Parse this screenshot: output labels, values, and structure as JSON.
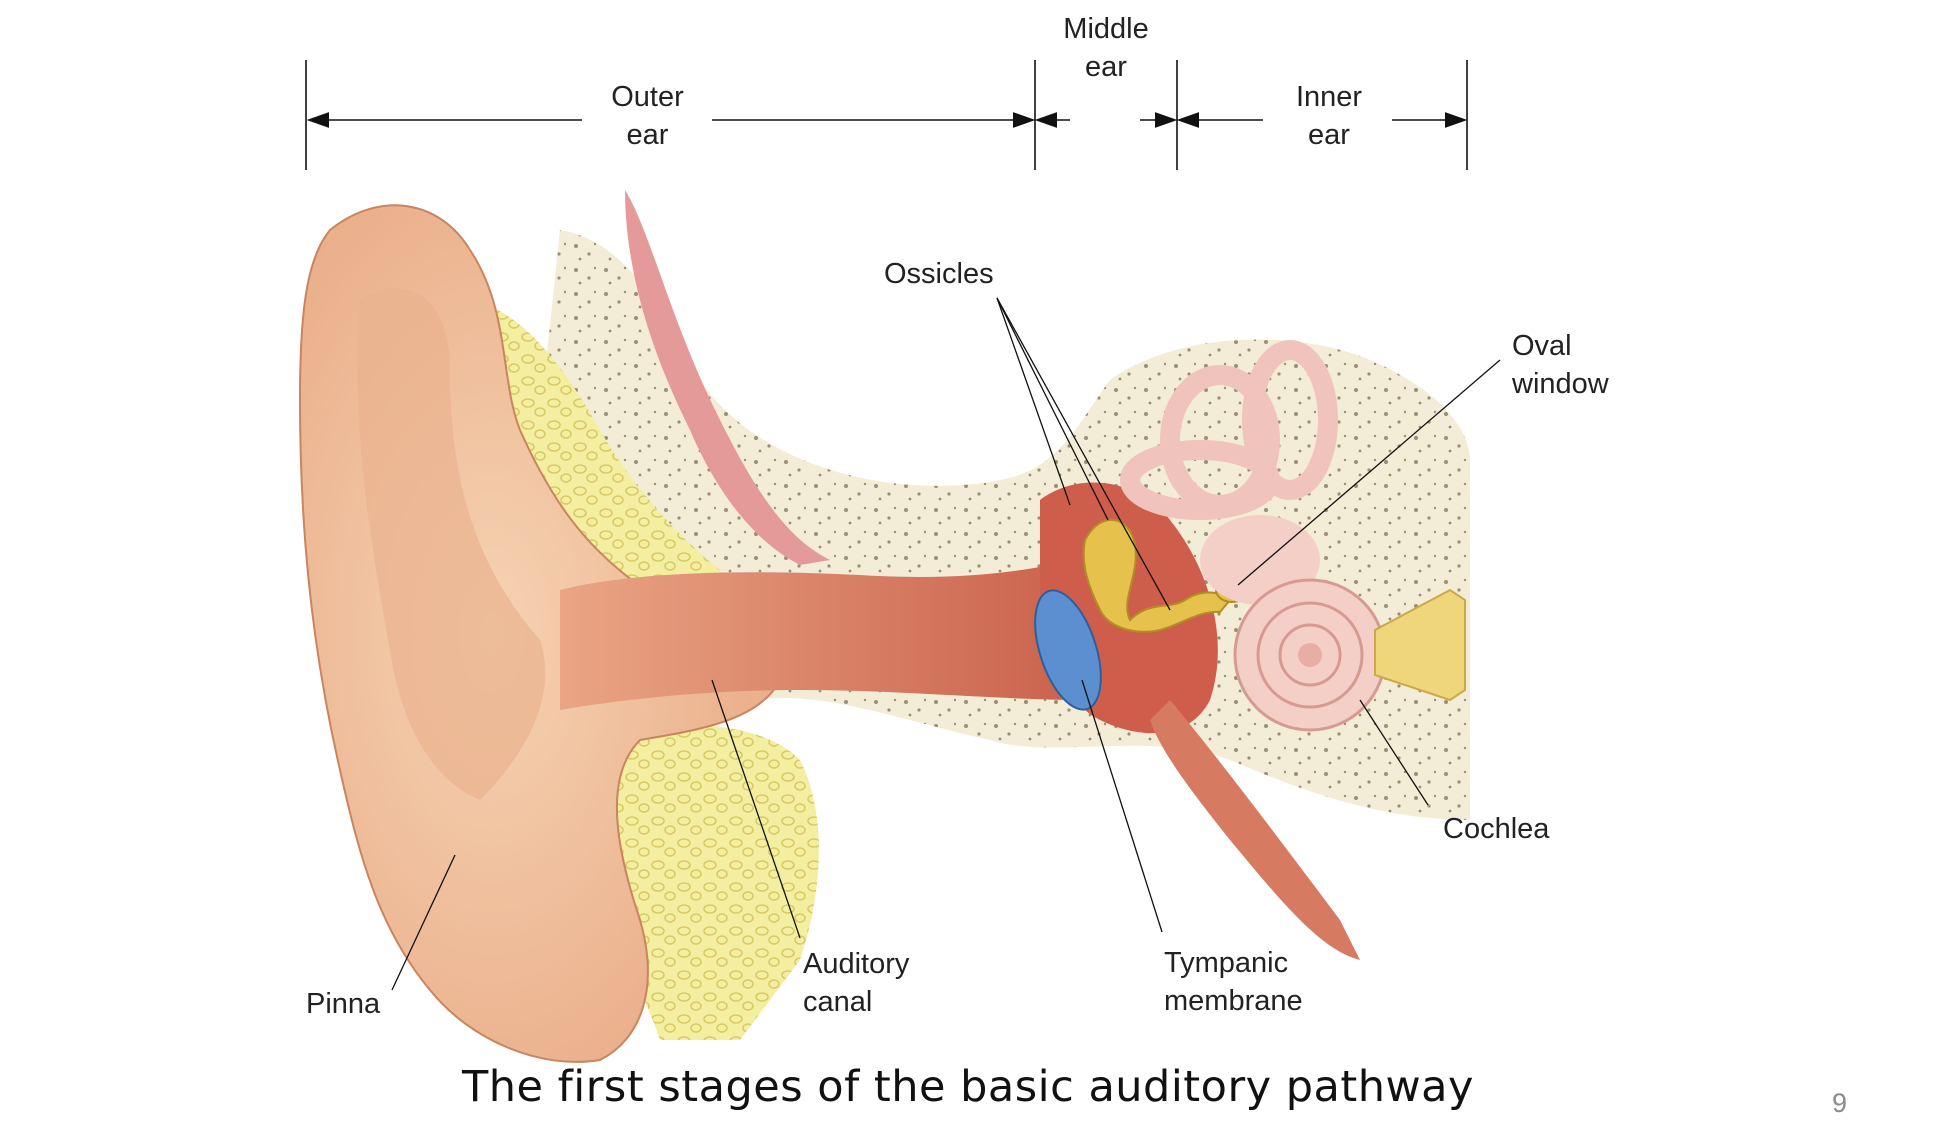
{
  "sections": {
    "outer": "Outer\near",
    "middle": "Middle\near",
    "inner": "Inner\near"
  },
  "labels": {
    "ossicles": "Ossicles",
    "oval_window": "Oval\nwindow",
    "cochlea": "Cochlea",
    "tympanic_membrane": "Tympanic\nmembrane",
    "auditory_canal": "Auditory\ncanal",
    "pinna": "Pinna"
  },
  "caption": "The first stages of the basic auditory pathway",
  "page_number": "9",
  "colors": {
    "skin": "#f3c6a0",
    "cartilage": "#f3eba4",
    "bone": "#f2ebd2",
    "canal": "#d98a6c",
    "middle_ear": "#cc5a4a",
    "tympanic": "#5b8fd0",
    "ossicles": "#e6c24c",
    "cochlea": "#f3cfc8"
  }
}
